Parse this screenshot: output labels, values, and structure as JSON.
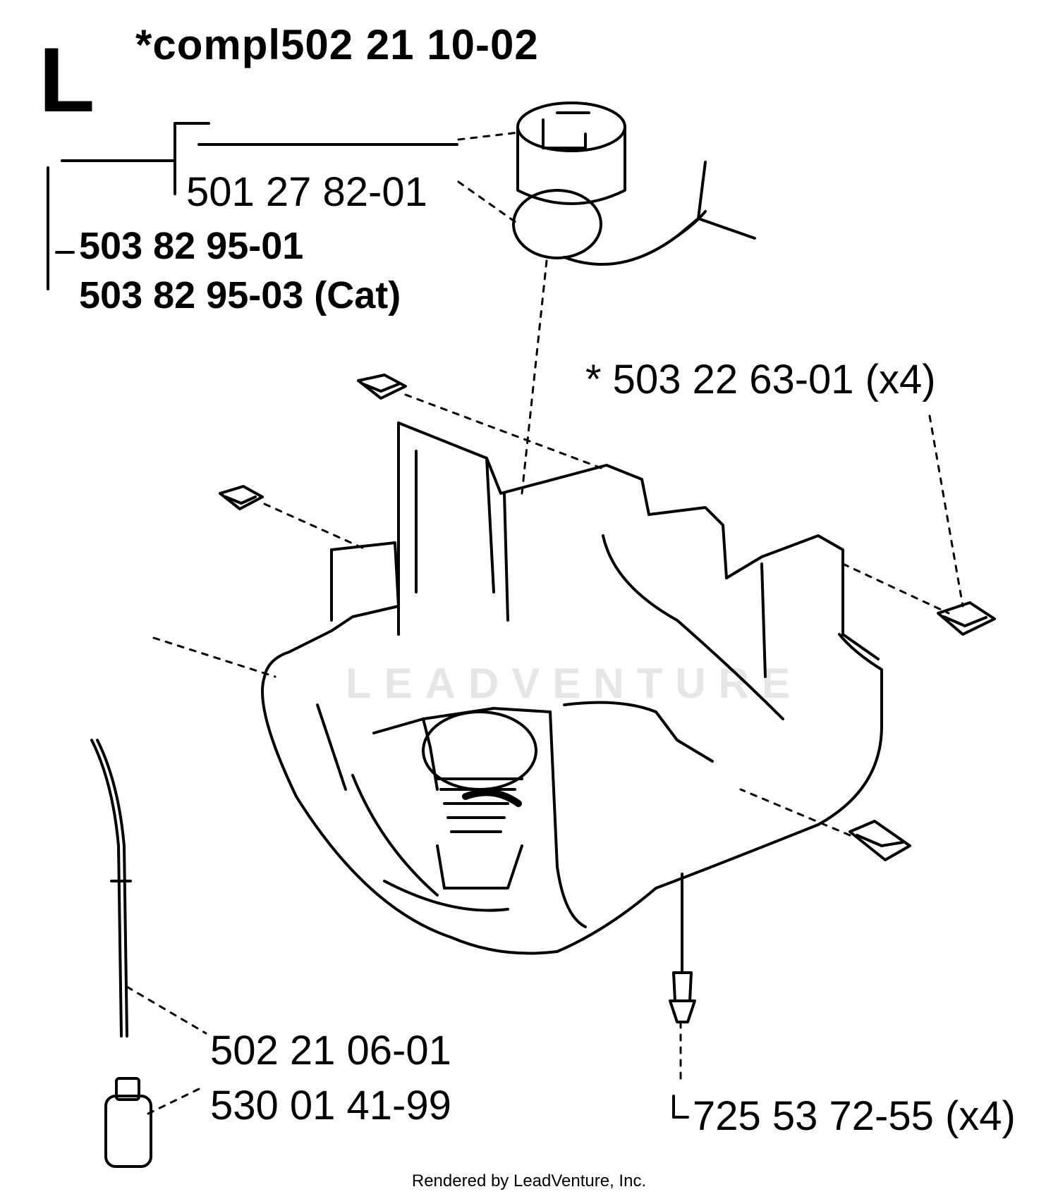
{
  "section_letter": "L",
  "header_part": "*compl502 21 10-02",
  "labels": {
    "fuel_cap": "501 27 82-01",
    "tank_primary": "503 82 95-01",
    "tank_cat": "503 82 95-03 (Cat)",
    "vibration_damper": "* 503 22 63-01 (x4)",
    "fuel_hose": "502 21 06-01",
    "fuel_filter": "530 01 41-99",
    "screw": "725 53 72-55 (x4)"
  },
  "watermark": "LEADVENTURE",
  "footer": "Rendered by LeadVenture, Inc."
}
